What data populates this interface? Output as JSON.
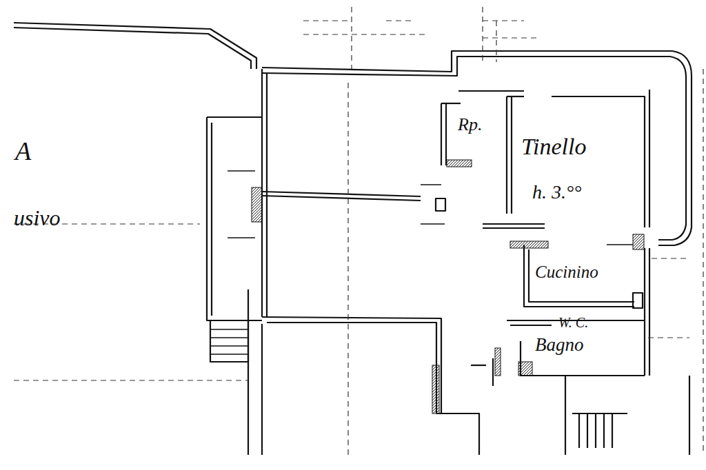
{
  "diagram": {
    "labels": [
      "A",
      "usivo",
      "Rp.",
      "Tinello",
      "h. 3.°°",
      "Cucinino",
      "W. C.",
      "Bagno"
    ]
  }
}
